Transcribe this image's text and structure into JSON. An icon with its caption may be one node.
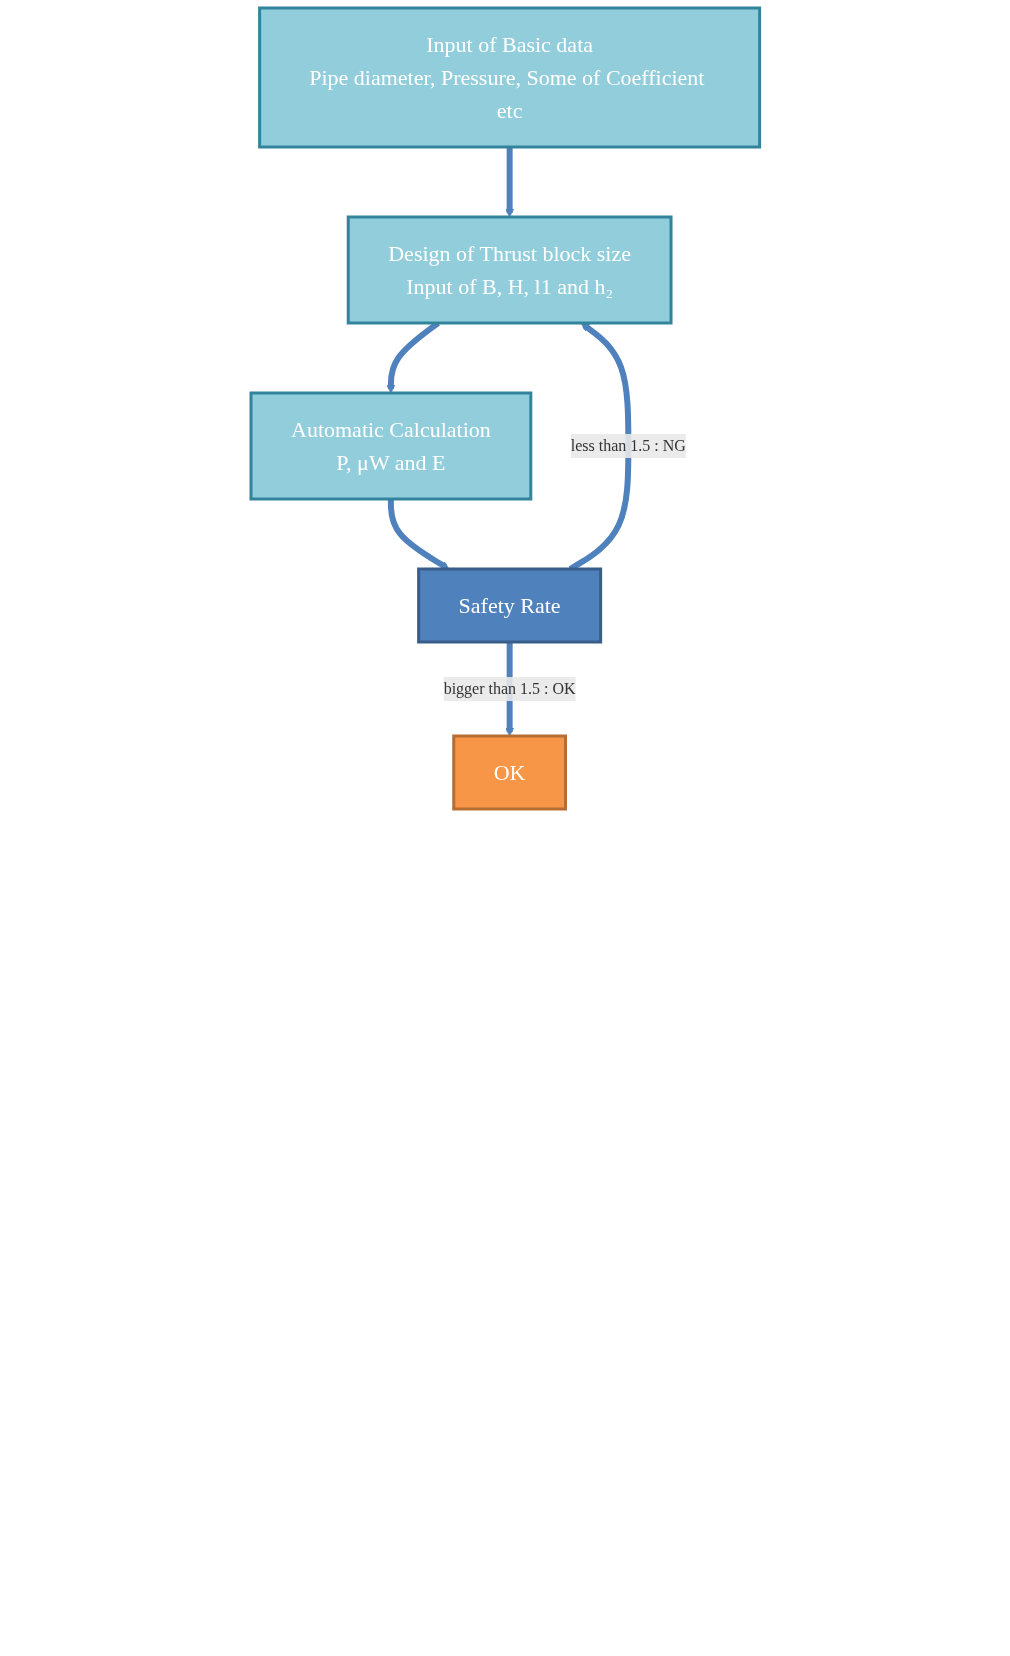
{
  "diagram": {
    "nodes": [
      {
        "text": [
          "Input of Basic data",
          "Pipe diameter, Pressure, Some of Coefficient etc"
        ]
      },
      {
        "text": [
          "Design of Thrust block size",
          "Input of B, H, l1 and h₂"
        ]
      },
      {
        "text": [
          "Automatic Calculation",
          "P, μW and E"
        ]
      },
      {
        "text": [
          "Safety Rate"
        ]
      },
      {
        "text": [
          "OK"
        ]
      }
    ],
    "edges": [
      {
        "from": 0,
        "to": 1,
        "arrow": "to"
      },
      {
        "from": 1,
        "to": 2,
        "arrow": "to"
      },
      {
        "from": 2,
        "to": 3,
        "arrow": "to"
      },
      {
        "from": 3,
        "to": 1,
        "arrow": "to",
        "label": "less than 1.5 : NG"
      },
      {
        "from": 3,
        "to": 4,
        "arrow": "to",
        "label": "bigger than 1.5 : OK"
      }
    ]
  }
}
